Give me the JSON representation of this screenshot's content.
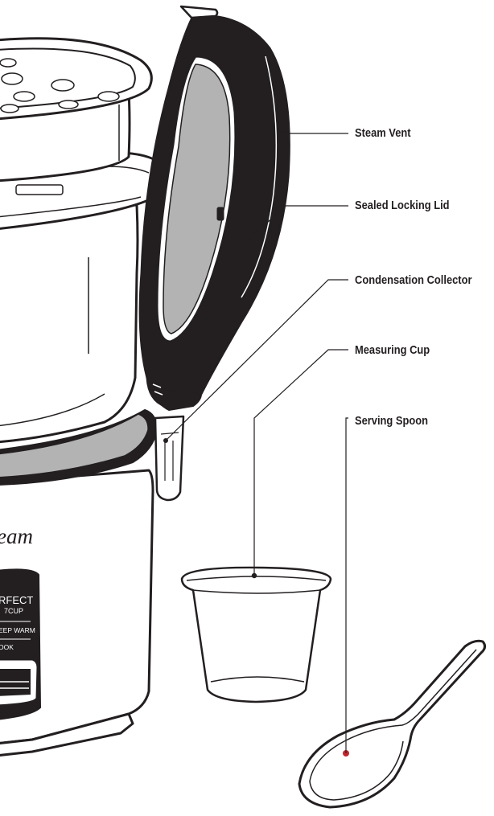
{
  "labels": {
    "steam_vent": "Steam Vent",
    "sealed_locking_lid": "Sealed Locking Lid",
    "condensation_collector": "Condensation Collector",
    "measuring_cup": "Measuring Cup",
    "serving_spoon": "Serving Spoon"
  },
  "appliance": {
    "brand": "eam",
    "model_line1": "RFECT",
    "model_line2": "7CUP",
    "mode_warm": "EEP WARM",
    "mode_cook": "OOK"
  },
  "colors": {
    "outline": "#231f20",
    "lid_glass": "#b3b3b3",
    "leader_line": "#231f20",
    "spoon_marker": "#c1272d",
    "background": "#ffffff"
  }
}
